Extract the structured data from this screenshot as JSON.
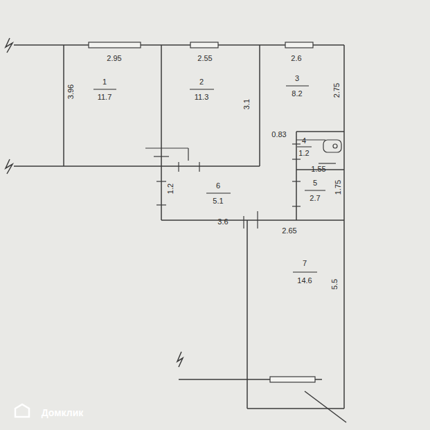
{
  "diagram": {
    "labels": [
      "2.95",
      "2.55",
      "2.6",
      "1",
      "11.7",
      "2",
      "11.3",
      "3",
      "8.2",
      "3.96",
      "3.1",
      "2.75",
      "0.83",
      "4",
      "1.2",
      "1.55",
      "5",
      "2.7",
      "1.75",
      "6",
      "5.1",
      "1.2",
      "3.6",
      "2.65",
      "7",
      "14.6",
      "5.5",
      "Домклик"
    ]
  }
}
